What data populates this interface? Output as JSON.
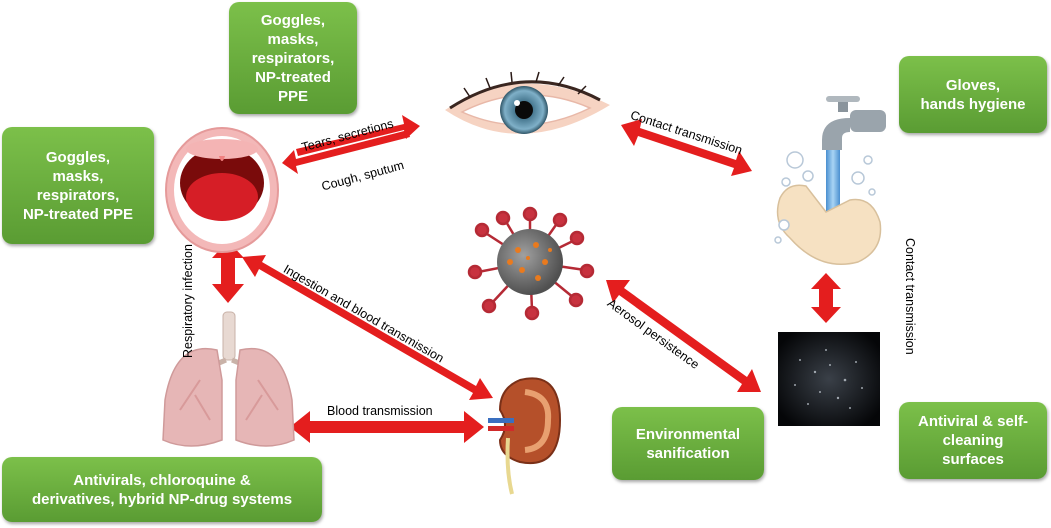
{
  "boxes": {
    "top_center": "Goggles,\nmasks,\nrespirators,\nNP-treated\nPPE",
    "left": "Goggles,\nmasks,\nrespirators,\nNP-treated PPE",
    "bottom_left": "Antivirals, chloroquine &\nderivatives, hybrid NP-drug systems",
    "top_right": "Gloves,\nhands hygiene",
    "center_right": "Environmental\nsanification",
    "bottom_right": "Antiviral & self-\ncleaning\nsurfaces"
  },
  "arrows": {
    "tears": "Tears, secretions",
    "cough": "Cough, sputum",
    "contact_eye": "Contact transmission",
    "contact_hands": "Contact transmission",
    "respiratory": "Respiratory infection",
    "ingestion": "Ingestion and blood transmission",
    "aerosol": "Aerosol persistence",
    "blood": "Blood transmission"
  },
  "colors": {
    "arrow": "#e41e1e",
    "box": "#6aae3e",
    "box_text": "#ffffff"
  },
  "icons": [
    "mouth-icon",
    "eye-icon",
    "faucet-hands-icon",
    "virus-icon",
    "lungs-icon",
    "kidney-icon",
    "aerosol-surface-icon"
  ]
}
